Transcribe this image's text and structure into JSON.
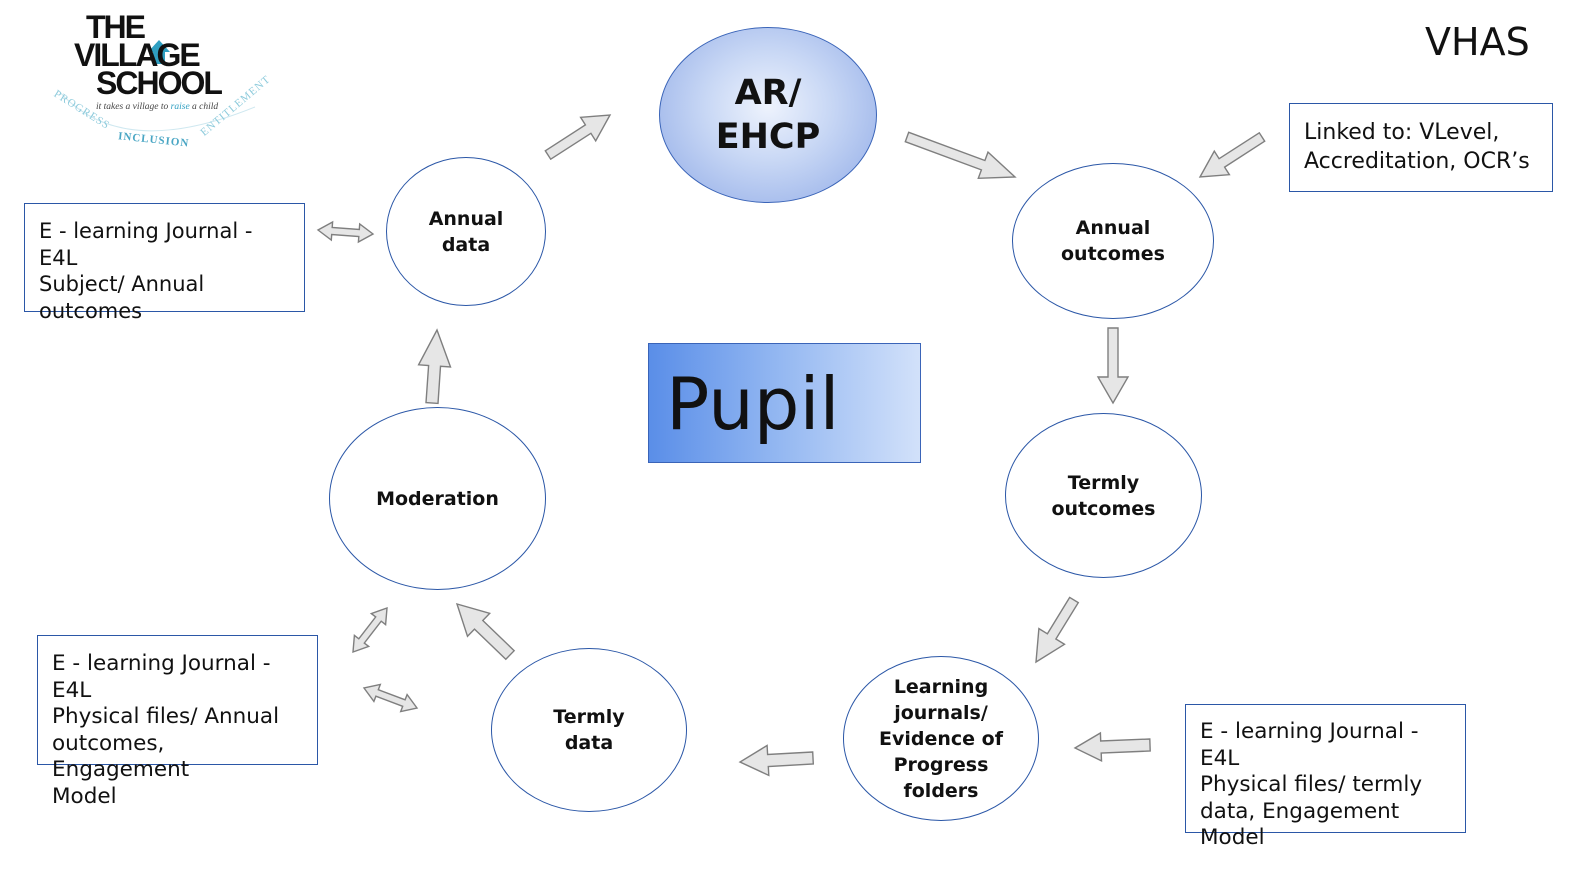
{
  "logo": {
    "line1": "THE",
    "line2": "VILLAGE",
    "line3": "SCHOOL",
    "tagline_pre": "it takes a village to",
    "tagline_accent": "raise",
    "tagline_post": "a child",
    "values": [
      "PROGRESS",
      "INCLUSION",
      "ENTITLEMENT"
    ],
    "colors": {
      "accent": "#2f9fc1",
      "arc": "#8ecbdc"
    }
  },
  "header": {
    "corner_label": "VHAS"
  },
  "center": {
    "label": "Pupil"
  },
  "cycle": {
    "ar_ehcp": "AR/\nEHCP",
    "annual_outcomes": "Annual\noutcomes",
    "termly_outcomes": "Termly\noutcomes",
    "learning_journals": "Learning\njournals/\nEvidence of\nProgress\nfolders",
    "termly_data": "Termly\ndata",
    "moderation": "Moderation",
    "annual_data": "Annual\ndata"
  },
  "notes": {
    "top_right": "Linked to: VLevel,\nAccreditation, OCR’s",
    "left_top": "E - learning Journal - E4L\nSubject/ Annual\noutcomes",
    "left_bottom": "E - learning Journal - E4L\nPhysical files/ Annual\noutcomes, Engagement\nModel",
    "right_bottom": "E - learning Journal - E4L\nPhysical files/ termly\ndata, Engagement\nModel"
  },
  "colors": {
    "border": "#2b57a7",
    "arrow_fill": "#e6e6e6",
    "arrow_stroke": "#7f7f7f"
  }
}
